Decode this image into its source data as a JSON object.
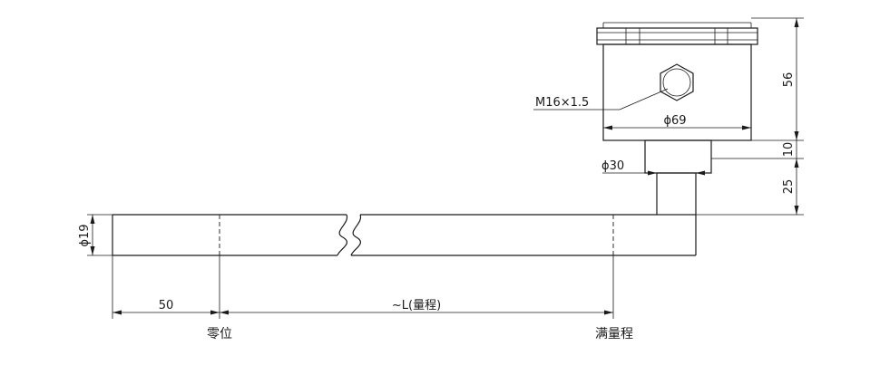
{
  "dimensions": {
    "head_height": "56",
    "gap_height": "10",
    "neck_height": "25",
    "head_diameter": "ϕ69",
    "neck_diameter": "ϕ30",
    "rod_diameter": "ϕ19",
    "zero_offset": "50",
    "range": "~L(量程)"
  },
  "thread_label": "M16×1.5",
  "positions": {
    "zero": "零位",
    "full": "满量程"
  }
}
